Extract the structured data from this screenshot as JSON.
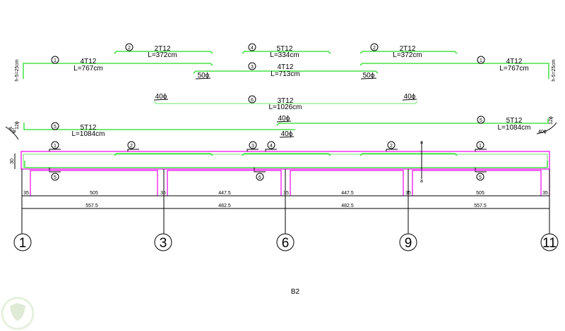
{
  "title": "B2",
  "colors": {
    "rebar": "#22dd22",
    "concrete": "#ee00ee",
    "line": "#000000"
  },
  "bars": {
    "b1_left": {
      "mark": "1",
      "qty": "4T12",
      "length": "L=767cm",
      "hook": "h-5=25cm"
    },
    "b2_left": {
      "mark": "2",
      "qty": "2T12",
      "length": "L=372cm"
    },
    "b4": {
      "mark": "4",
      "qty": "5T12",
      "length": "L=334cm"
    },
    "b2_right": {
      "mark": "2",
      "qty": "2T12",
      "length": "L=372cm"
    },
    "b1_right": {
      "mark": "1",
      "qty": "4T12",
      "length": "L=767cm",
      "hook": "h-5=25cm"
    },
    "b3": {
      "mark": "3",
      "qty": "4T12",
      "length": "L=713cm",
      "anchor": "50ϕ"
    },
    "b6": {
      "mark": "6",
      "qty": "3T12",
      "length": "L=1026cm",
      "anchor": "40ϕ"
    },
    "b5_left": {
      "mark": "5",
      "qty": "5T12",
      "length": "L=1084cm",
      "hook": "12ϕ",
      "bend": "40ϕ"
    },
    "b5_right": {
      "mark": "5",
      "qty": "5T12",
      "length": "L=1084cm",
      "hook": "12ϕ",
      "bend": "40ϕ"
    },
    "lap": "40ϕ"
  },
  "beam": {
    "depth": "30",
    "section_mark": "a",
    "top_marks": [
      "1",
      "2",
      "3",
      "4",
      "2",
      "1"
    ],
    "bottom_marks": [
      "5",
      "6",
      "5"
    ]
  },
  "dimensions": {
    "clear": [
      "35",
      "505",
      "35",
      "447.5",
      "35",
      "447.5",
      "35",
      "505",
      "35"
    ],
    "axis": [
      "557.5",
      "482.5",
      "482.5",
      "557.5"
    ]
  },
  "axes": [
    "1",
    "3",
    "6",
    "9",
    "11"
  ]
}
